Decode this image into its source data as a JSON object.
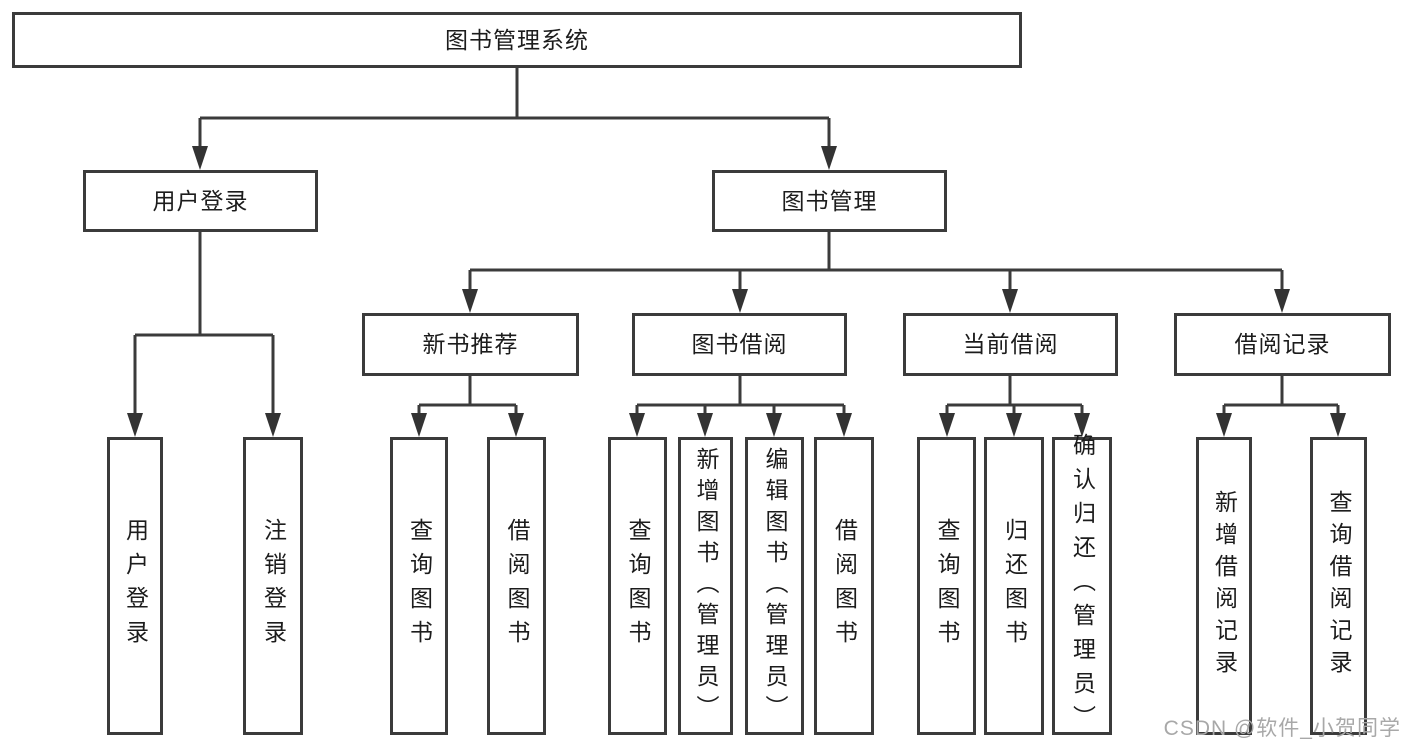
{
  "diagram": {
    "title": "图书管理系统",
    "branches": {
      "user_login": {
        "label": "用户登录",
        "children": [
          "用户登录",
          "注销登录"
        ]
      },
      "book_management": {
        "label": "图书管理",
        "sections": {
          "new_book": {
            "label": "新书推荐",
            "children": [
              "查询图书",
              "借阅图书"
            ]
          },
          "book_borrow": {
            "label": "图书借阅",
            "children": [
              "查询图书",
              "新增图书（管理员）",
              "编辑图书（管理员）",
              "借阅图书"
            ]
          },
          "current_borrow": {
            "label": "当前借阅",
            "children": [
              "查询图书",
              "归还图书",
              "确认归还（管理员）"
            ]
          },
          "borrow_records": {
            "label": "借阅记录",
            "children": [
              "新增借阅记录",
              "查询借阅记录"
            ]
          }
        }
      }
    }
  },
  "watermark": "CSDN @软件_小贺同学",
  "colors": {
    "line": "#3b3b3b",
    "text": "#1c1c1c",
    "watermark": "#a8a8a8",
    "background": "#ffffff"
  }
}
